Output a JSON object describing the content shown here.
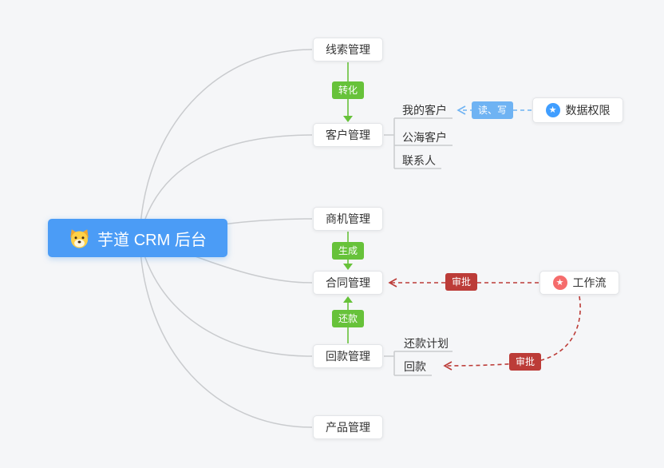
{
  "root": {
    "label": "芋道 CRM 后台"
  },
  "branches": {
    "leads": {
      "label": "线索管理"
    },
    "customers": {
      "label": "客户管理",
      "children": [
        "我的客户",
        "公海客户",
        "联系人"
      ]
    },
    "opportunities": {
      "label": "商机管理"
    },
    "contracts": {
      "label": "合同管理"
    },
    "receivables": {
      "label": "回款管理",
      "children": [
        "还款计划",
        "回款"
      ]
    },
    "products": {
      "label": "产品管理"
    }
  },
  "side_nodes": {
    "data_permission": {
      "label": "数据权限",
      "icon": "star-icon",
      "icon_color": "#409eff"
    },
    "workflow": {
      "label": "工作流",
      "icon": "star-icon",
      "icon_color": "#f56c6c"
    }
  },
  "edge_badges": {
    "convert": {
      "label": "转化",
      "color": "#67c23a"
    },
    "generate": {
      "label": "生成",
      "color": "#67c23a"
    },
    "repay": {
      "label": "还款",
      "color": "#67c23a"
    },
    "read_write": {
      "label": "读、写",
      "color": "#6fb3f3"
    },
    "approve_contract": {
      "label": "审批",
      "color": "#bc3c38"
    },
    "approve_receivable": {
      "label": "审批",
      "color": "#bc3c38"
    }
  },
  "icons": {
    "star": "★"
  },
  "colors": {
    "root_bg": "#4b9cf6",
    "flow_green": "#67c23a",
    "permission_blue": "#6fb3f3",
    "approval_red": "#bc3c38",
    "connector_gray": "#c9cbce",
    "canvas_bg": "#f5f6f8"
  }
}
